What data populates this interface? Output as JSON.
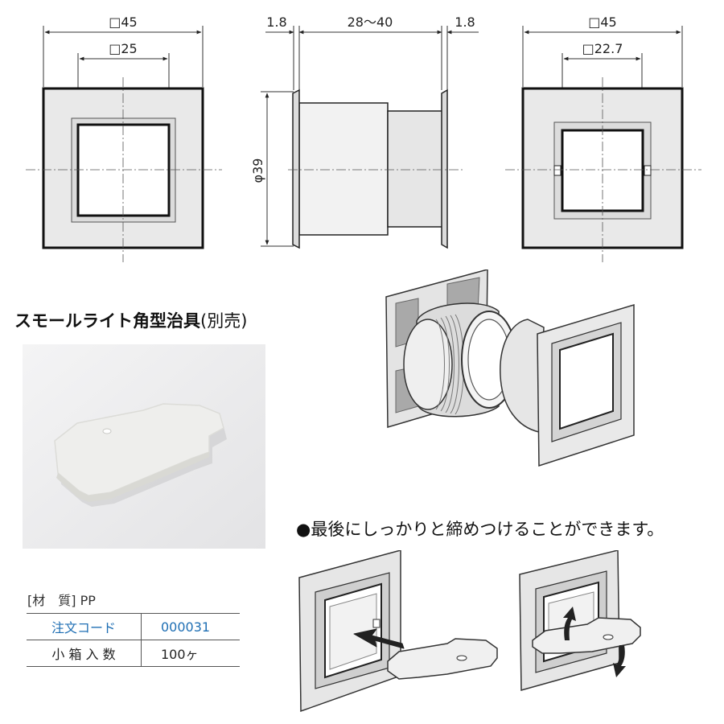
{
  "front_view": {
    "outer_label": "□45",
    "inner_label": "□25"
  },
  "side_view": {
    "left_flange": "1.8",
    "length_range": "28〜40",
    "right_flange": "1.8",
    "diameter": "φ39"
  },
  "back_view": {
    "outer_label": "□45",
    "inner_label": "□22.7"
  },
  "jig": {
    "title_main": "スモールライト角型治具",
    "title_note": "(別売)"
  },
  "material": {
    "label": "[材　質]",
    "value": "PP"
  },
  "spec_table": [
    {
      "key": "注文コード",
      "value": "000031"
    },
    {
      "key": "小 箱 入 数",
      "value": "100ヶ"
    }
  ],
  "caption": "●最後にしっかりと締めつけることができます。",
  "colors": {
    "accent_blue": "#1f6fb4",
    "panel_fill": "#e9e9e9",
    "line": "#1a1a1a"
  }
}
